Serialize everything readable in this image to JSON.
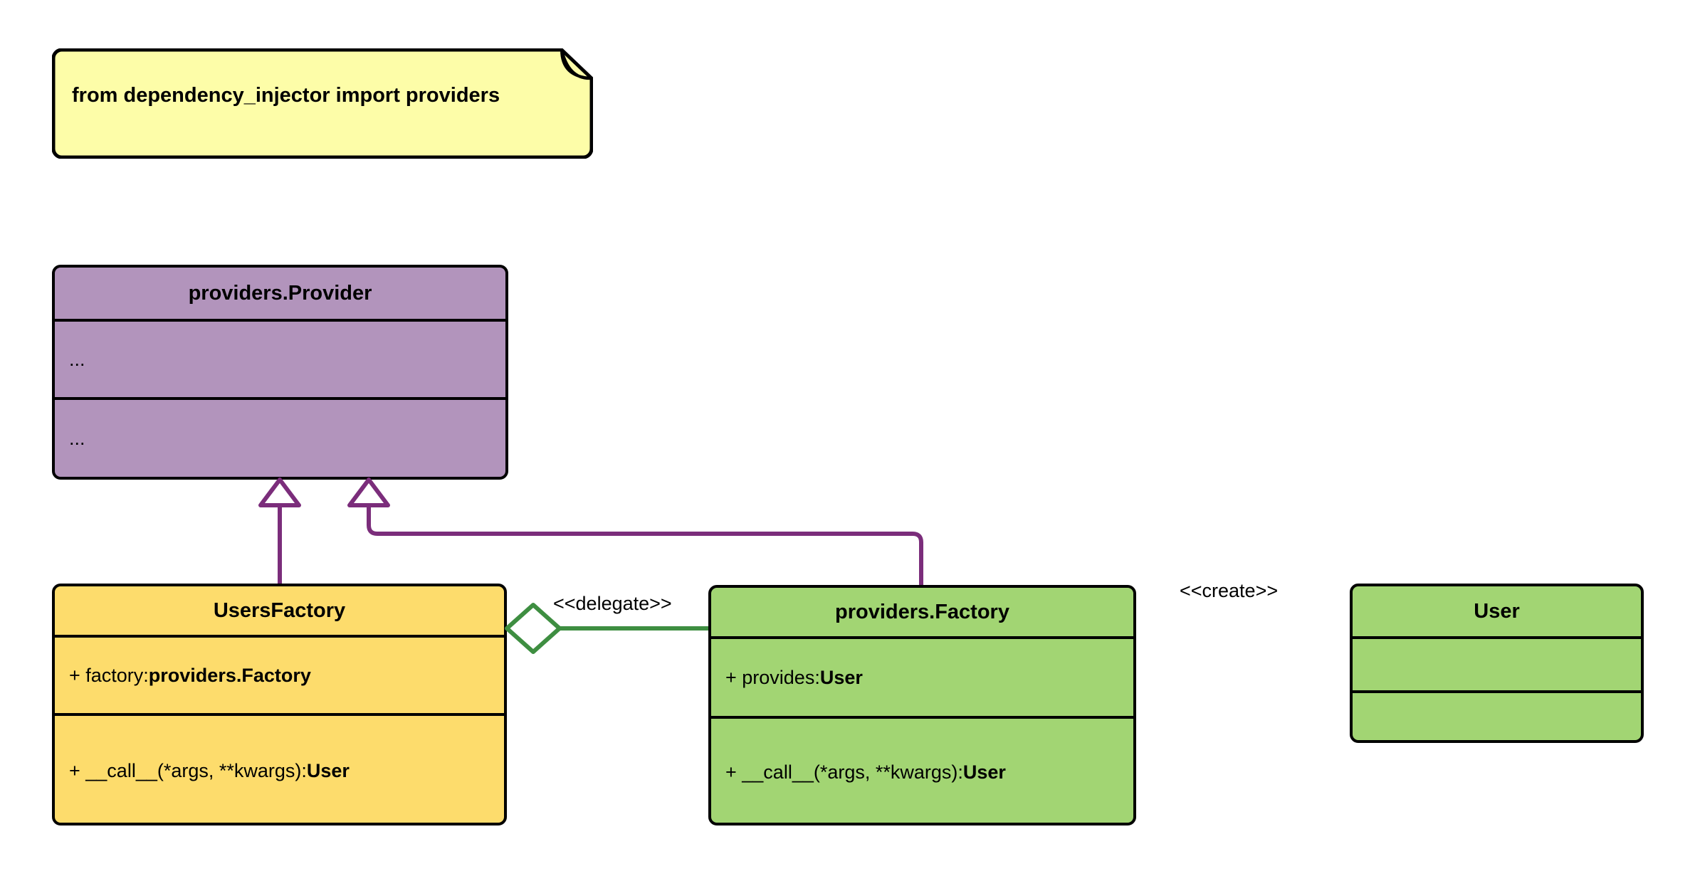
{
  "diagram": {
    "type": "uml-class-diagram",
    "title": "dependency_injector providers factory diagram",
    "colors": {
      "note_fill": "#FDFDA8",
      "note_fold": "#A8A878",
      "purple_fill": "#B294BC",
      "yellow_fill": "#FDDC6C",
      "green_fill": "#A2D573",
      "border": "#000000",
      "inheritance_line": "#7B2D7B",
      "association_line": "#3E8E41"
    }
  },
  "note": {
    "text": "from dependency_injector import providers",
    "icon": "note-fold-icon"
  },
  "classes": [
    {
      "id": "provider",
      "name": "providers.Provider",
      "fill": "#B294BC",
      "attributes": [
        "..."
      ],
      "methods": [
        "..."
      ]
    },
    {
      "id": "usersfactory",
      "name": "UsersFactory",
      "fill": "#FDDC6C",
      "attributes_html": "+ factory: <b>providers.Factory</b>",
      "attributes_text": "+ factory: providers.Factory",
      "methods_html": "+ __call__(*args, **kwargs): <b>User</b>",
      "methods_text": "+ __call__(*args, **kwargs): User"
    },
    {
      "id": "factory",
      "name": "providers.Factory",
      "fill": "#A2D573",
      "attributes_html": "+ provides: <b>User</b>",
      "attributes_text": "+ provides: User",
      "methods_html": "+ __call__(*args, **kwargs): <b>User</b>",
      "methods_text": "+ __call__(*args, **kwargs): User"
    },
    {
      "id": "user",
      "name": "User",
      "fill": "#A2D573",
      "attributes_text": "",
      "methods_text": ""
    }
  ],
  "relations": [
    {
      "id": "inherit-usersfactory",
      "type": "inheritance",
      "from": "UsersFactory",
      "to": "providers.Provider",
      "label": "",
      "color": "#7B2D7B",
      "arrow": "hollow-triangle"
    },
    {
      "id": "inherit-factory",
      "type": "inheritance",
      "from": "providers.Factory",
      "to": "providers.Provider",
      "label": "",
      "color": "#7B2D7B",
      "arrow": "hollow-triangle"
    },
    {
      "id": "delegate",
      "type": "aggregation",
      "from": "UsersFactory",
      "to": "providers.Factory",
      "label": "<<delegate>>",
      "color": "#3E8E41",
      "arrow": "hollow-diamond"
    },
    {
      "id": "create",
      "type": "dependency",
      "from": "providers.Factory",
      "to": "User",
      "label": "<<create>>",
      "color": "#3E8E41",
      "arrow": "open-arrow",
      "line_style": "dashed"
    }
  ]
}
